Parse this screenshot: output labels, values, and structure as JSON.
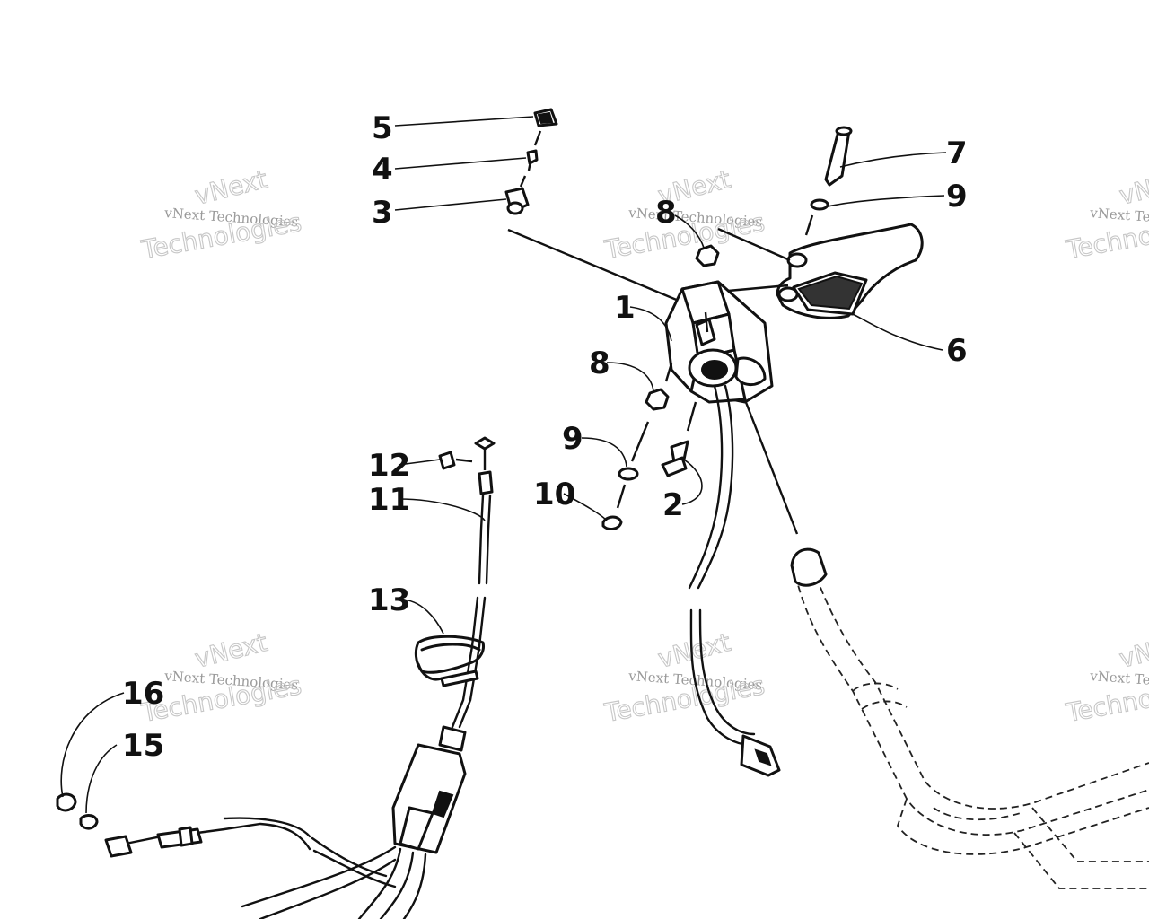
{
  "diagram": {
    "callouts": [
      {
        "id": "c1",
        "label": "1"
      },
      {
        "id": "c2",
        "label": "2"
      },
      {
        "id": "c3",
        "label": "3"
      },
      {
        "id": "c4",
        "label": "4"
      },
      {
        "id": "c5",
        "label": "5"
      },
      {
        "id": "c6",
        "label": "6"
      },
      {
        "id": "c7",
        "label": "7"
      },
      {
        "id": "c8a",
        "label": "8"
      },
      {
        "id": "c8b",
        "label": "8"
      },
      {
        "id": "c9a",
        "label": "9"
      },
      {
        "id": "c9b",
        "label": "9"
      },
      {
        "id": "c10",
        "label": "10"
      },
      {
        "id": "c11",
        "label": "11"
      },
      {
        "id": "c12",
        "label": "12"
      },
      {
        "id": "c13",
        "label": "13"
      },
      {
        "id": "c15",
        "label": "15"
      },
      {
        "id": "c16",
        "label": "16"
      }
    ]
  },
  "watermark": {
    "brand": "vNext",
    "small_text": "vNext Technologies",
    "big_text": "Technologies"
  }
}
